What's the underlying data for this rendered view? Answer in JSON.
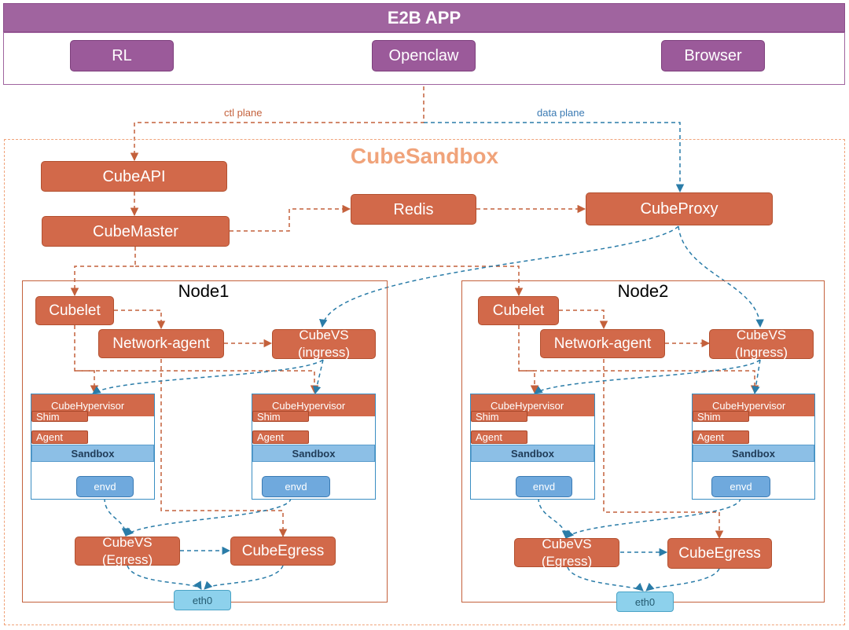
{
  "app": {
    "title": "E2B APP",
    "buttons": [
      "RL",
      "Openclaw",
      "Browser"
    ]
  },
  "planes": {
    "ctl": "ctl plane",
    "data": "data plane"
  },
  "sandbox": {
    "title": "CubeSandbox"
  },
  "control": {
    "api": "CubeAPI",
    "master": "CubeMaster",
    "redis": "Redis",
    "proxy": "CubeProxy"
  },
  "node1": {
    "title": "Node1",
    "cubelet": "Cubelet",
    "network_agent": "Network-agent",
    "cubevs_ingress": "CubeVS\n(ingress)",
    "hypervisor_left": {
      "title": "CubeHypervisor",
      "shim": "Shim",
      "agent": "Agent",
      "sandbox": "Sandbox",
      "envd": "envd"
    },
    "hypervisor_right": {
      "title": "CubeHypervisor",
      "shim": "Shim",
      "agent": "Agent",
      "sandbox": "Sandbox",
      "envd": "envd"
    },
    "cubevs_egress": "CubeVS\n(Egress)",
    "cube_egress": "CubeEgress",
    "eth0": "eth0"
  },
  "node2": {
    "title": "Node2",
    "cubelet": "Cubelet",
    "network_agent": "Network-agent",
    "cubevs_ingress": "CubeVS\n(Ingress)",
    "hypervisor_left": {
      "title": "CubeHypervisor",
      "shim": "Shim",
      "agent": "Agent",
      "sandbox": "Sandbox",
      "envd": "envd"
    },
    "hypervisor_right": {
      "title": "CubeHypervisor",
      "shim": "Shim",
      "agent": "Agent",
      "sandbox": "Sandbox",
      "envd": "envd"
    },
    "cubevs_egress": "CubeVS\n(Egress)",
    "cube_egress": "CubeEgress",
    "eth0": "eth0"
  },
  "colors": {
    "control_arrow": "#c4613c",
    "data_arrow": "#2a7ca8",
    "component": "#d2694a",
    "app": "#a0649f"
  }
}
